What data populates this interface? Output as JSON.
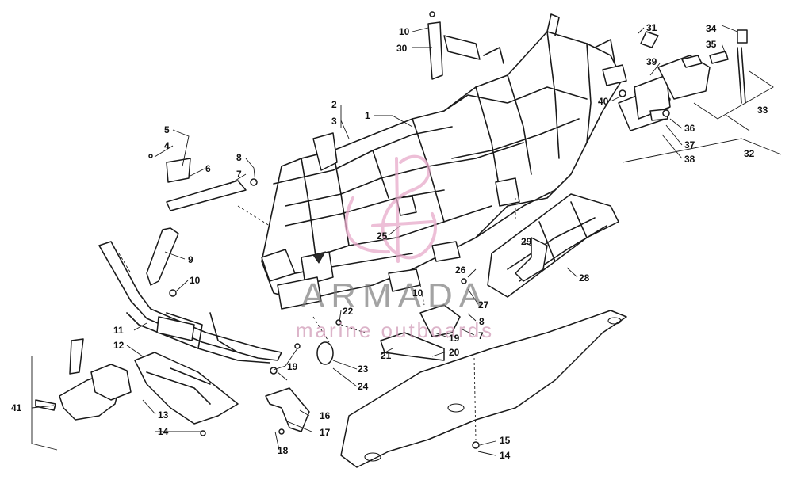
{
  "diagram": {
    "watermark": {
      "title": "ARMADA",
      "subtitle": "marine outboards",
      "color_title": "#7d7d7d",
      "color_accent": "#e7a9c9"
    },
    "callouts": [
      "1",
      "2",
      "3",
      "4",
      "5",
      "6",
      "7",
      "8",
      "9",
      "10",
      "10",
      "10",
      "11",
      "12",
      "13",
      "14",
      "14",
      "15",
      "16",
      "17",
      "18",
      "19",
      "19",
      "20",
      "21",
      "22",
      "23",
      "24",
      "25",
      "26",
      "27",
      "8",
      "7",
      "28",
      "29",
      "30",
      "31",
      "32",
      "33",
      "34",
      "35",
      "36",
      "37",
      "38",
      "39",
      "40",
      "41"
    ]
  }
}
